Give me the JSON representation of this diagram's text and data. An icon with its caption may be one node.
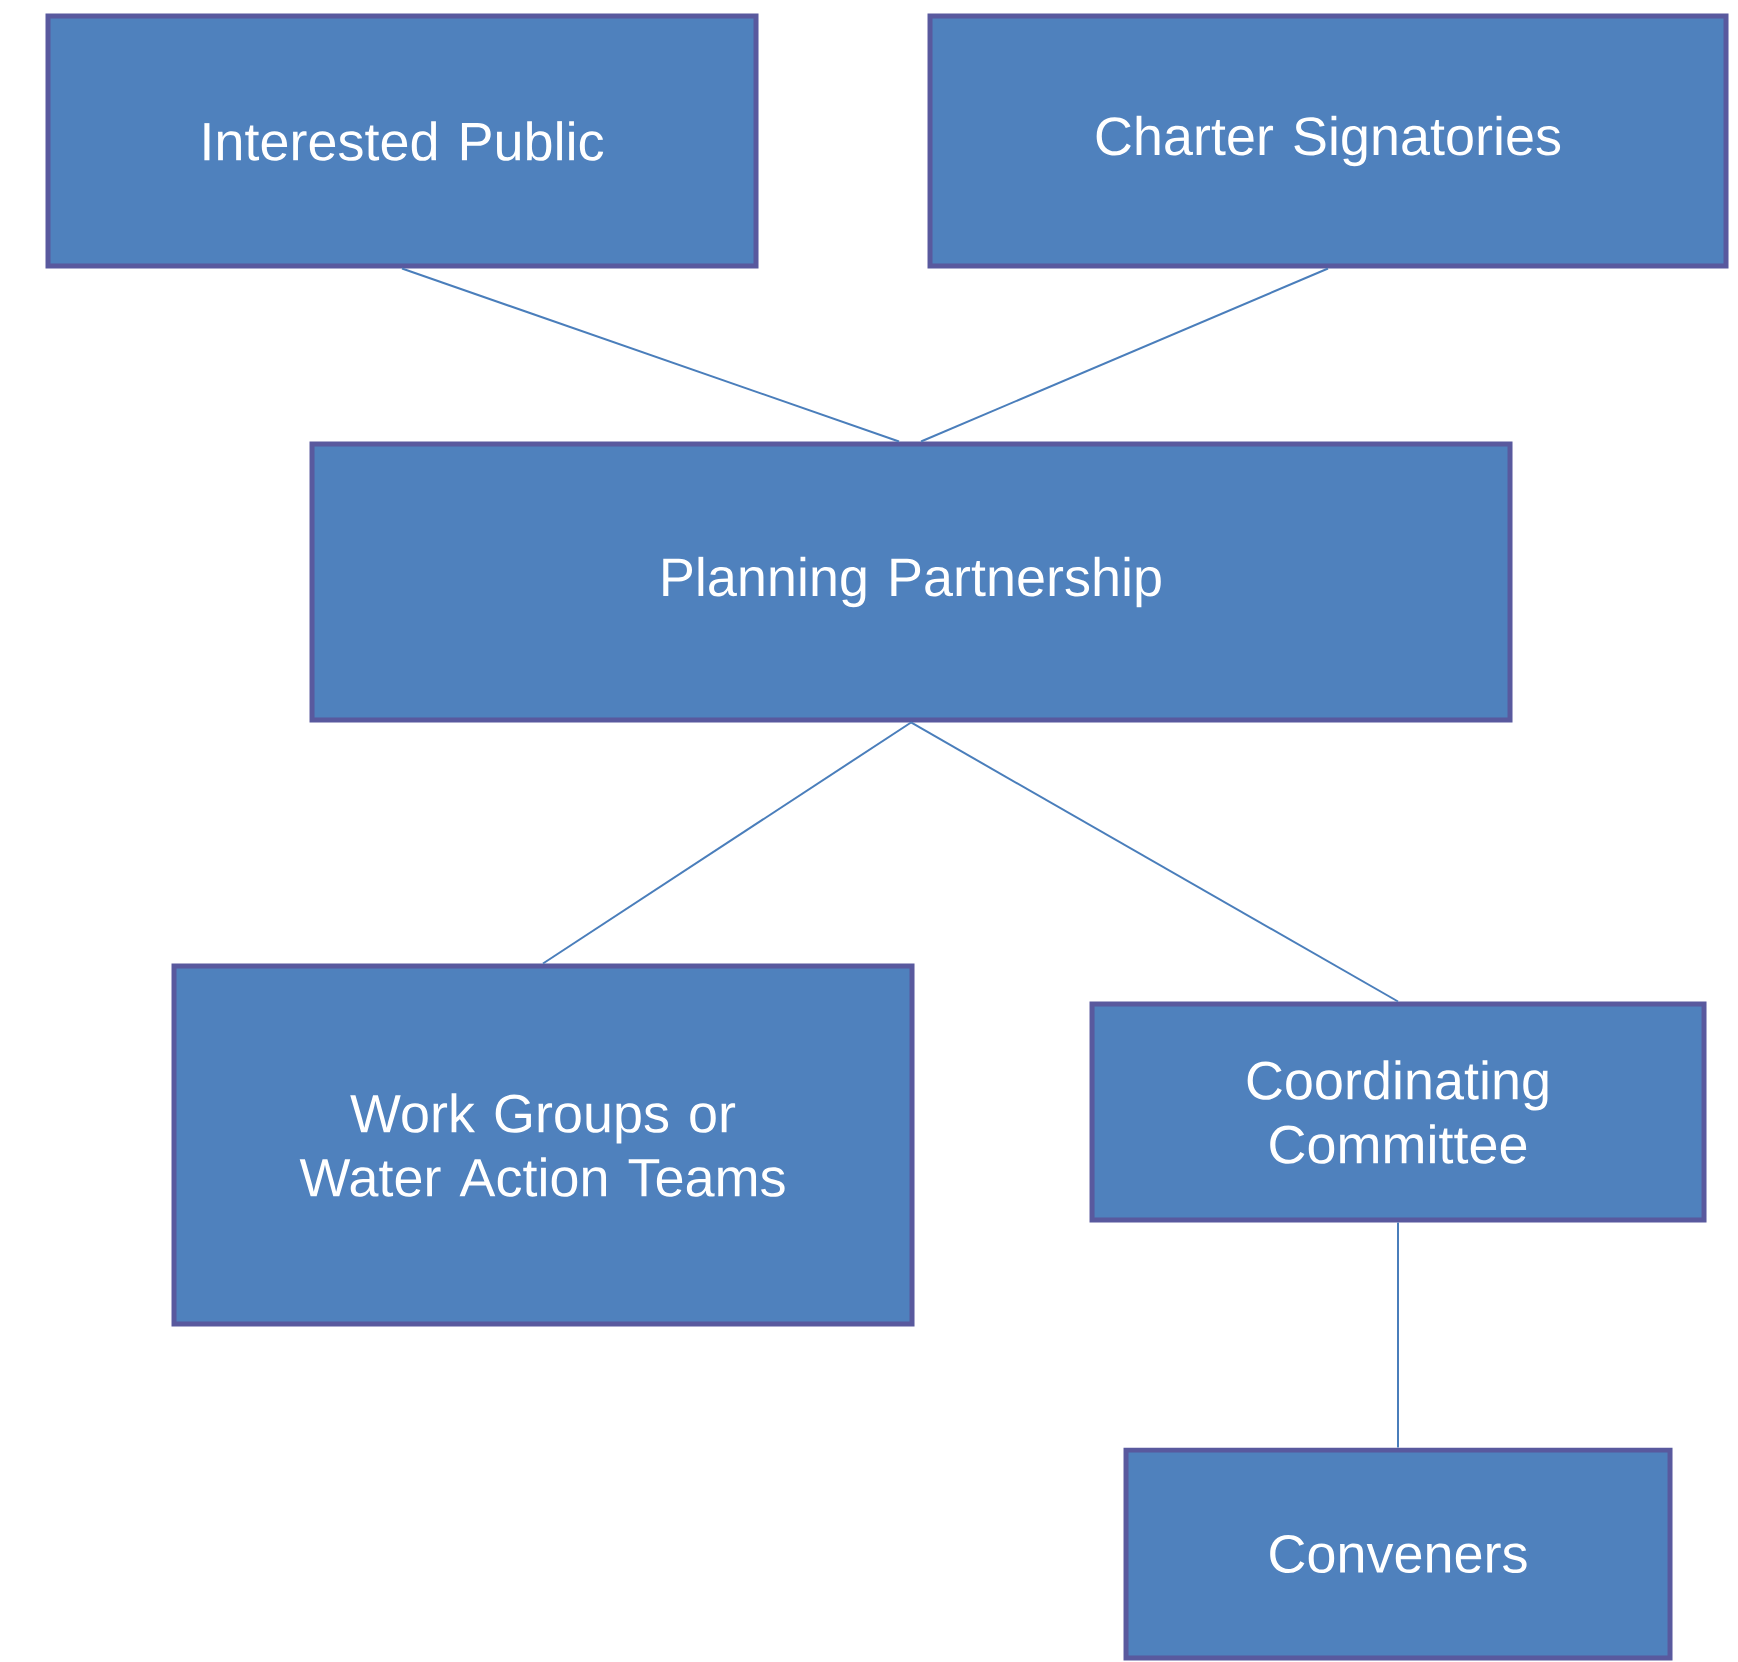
{
  "diagram": {
    "nodes": [
      {
        "text": [
          "Interested Public"
        ]
      },
      {
        "text": [
          "Charter Signatories"
        ]
      },
      {
        "text": [
          "Planning Partnership"
        ]
      },
      {
        "text": [
          "Work Groups or Water Action Teams"
        ]
      },
      {
        "text": [
          "Coordinating Committee"
        ]
      },
      {
        "text": [
          "Conveners"
        ]
      }
    ],
    "edges": [
      {
        "from": 0,
        "to": 2,
        "arrow": "none"
      },
      {
        "from": 1,
        "to": 2,
        "arrow": "none"
      },
      {
        "from": 2,
        "to": 3,
        "arrow": "none"
      },
      {
        "from": 2,
        "to": 4,
        "arrow": "none"
      },
      {
        "from": 4,
        "to": 5,
        "arrow": "none"
      }
    ]
  }
}
